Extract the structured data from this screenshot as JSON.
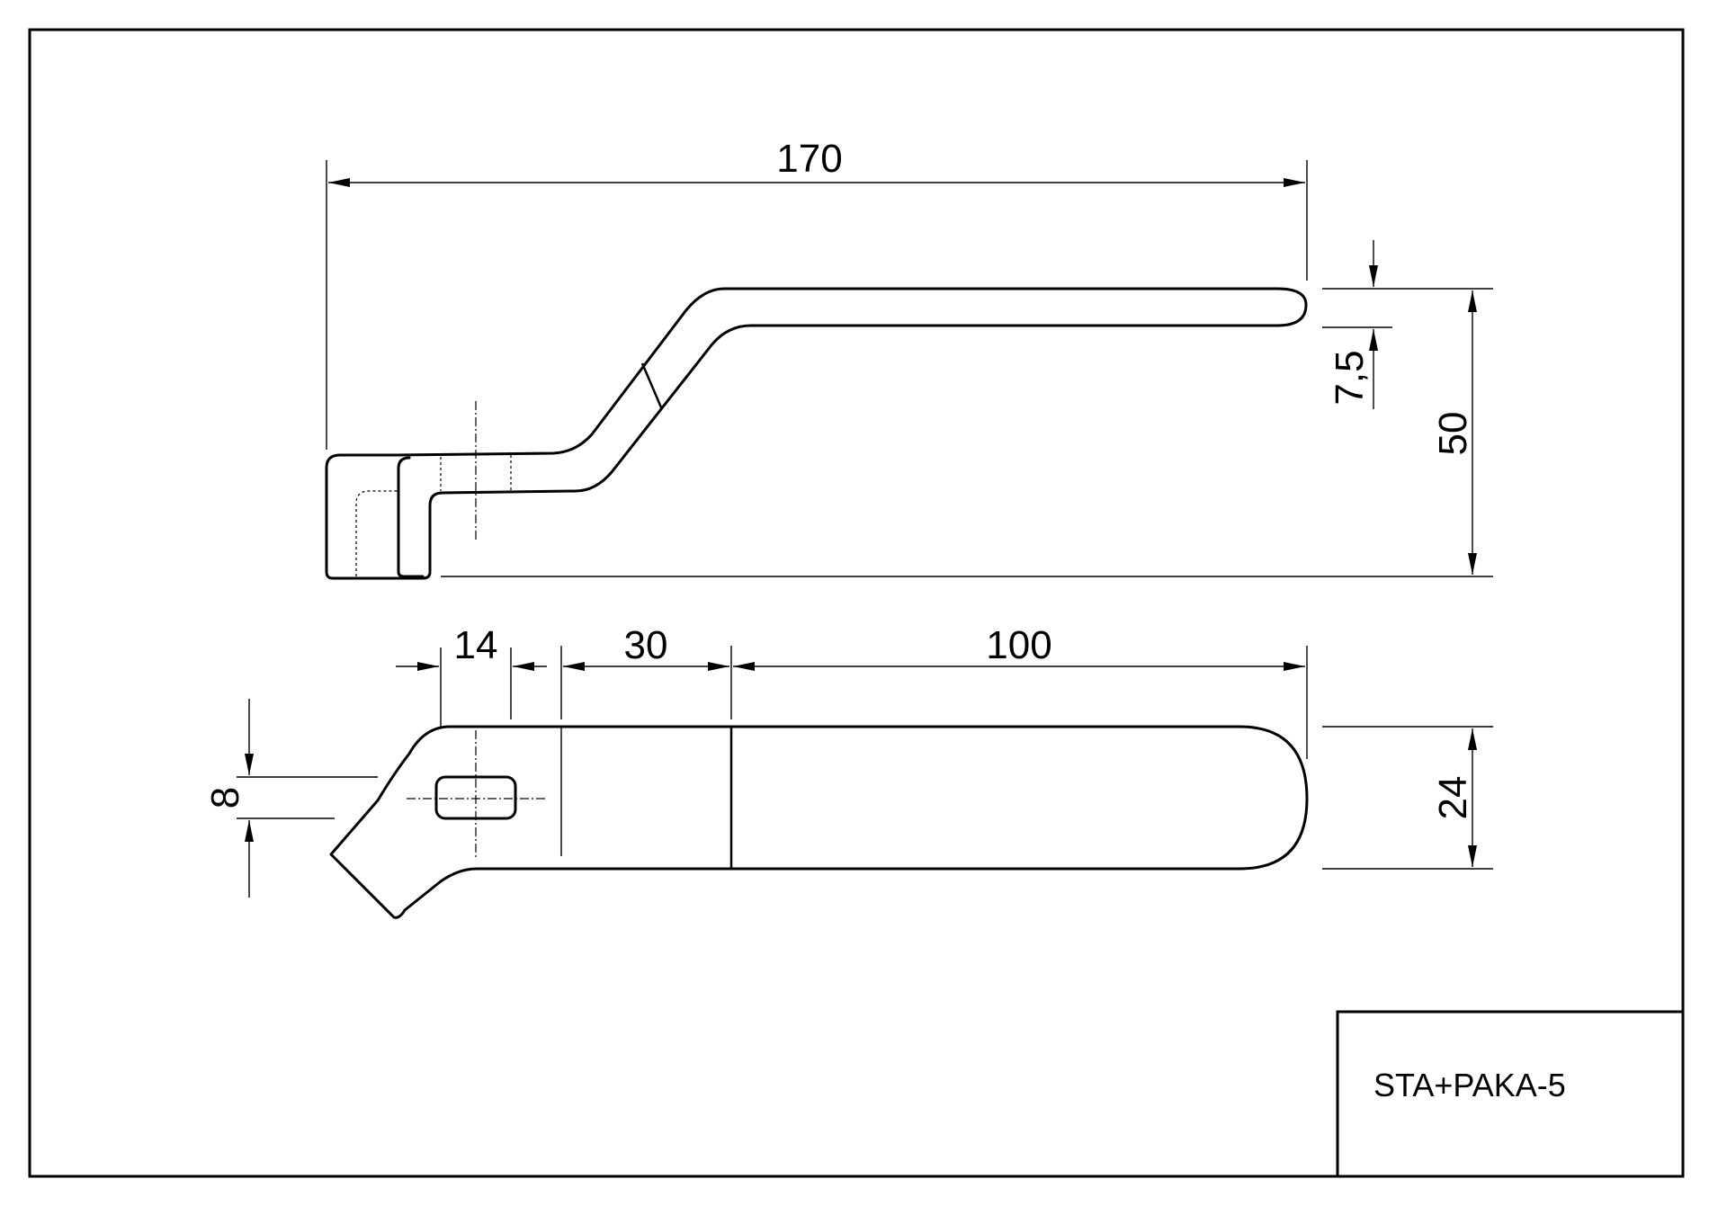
{
  "drawing": {
    "part_code": "STA+PAKA-5",
    "side_view": {
      "dimensions": {
        "overall_length": "170",
        "thickness": "7,5",
        "height": "50"
      }
    },
    "top_view": {
      "dimensions": {
        "slot_length": "14",
        "neck_length": "30",
        "handle_length": "100",
        "slot_width": "8",
        "handle_width": "24"
      }
    }
  }
}
